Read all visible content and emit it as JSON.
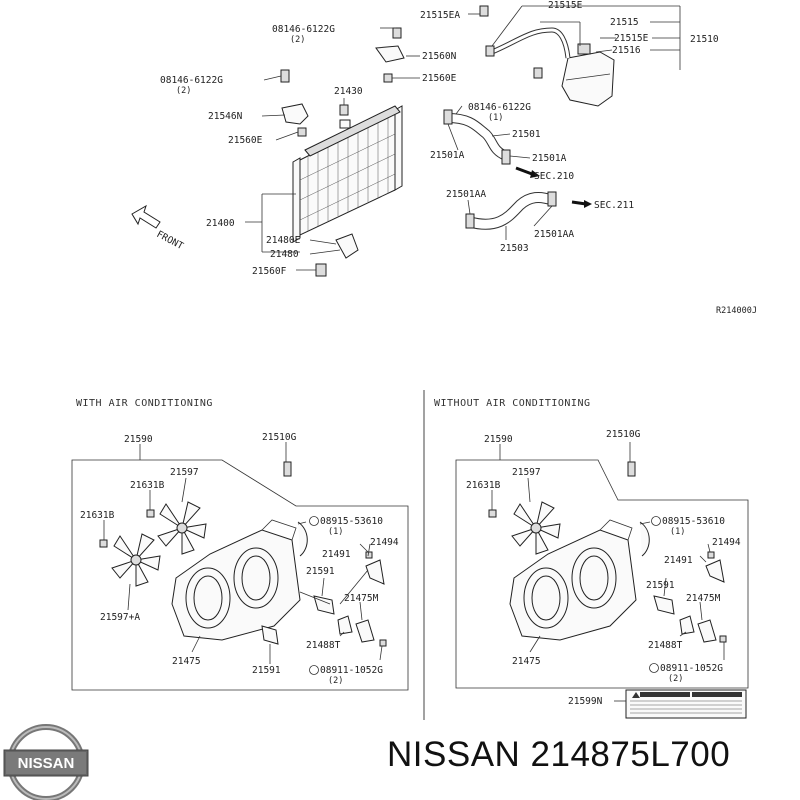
{
  "top_diagram": {
    "ref_code": "R214000J",
    "front_label": "FRONT",
    "labels": {
      "bolt_a": "08146-6122G",
      "bolt_a_qty": "(2)",
      "bolt_b": "08146-6122G",
      "bolt_b_qty": "(2)",
      "bolt_c": "08146-6122G",
      "bolt_c_qty": "(1)",
      "p21515EA": "21515EA",
      "p21515E_top": "21515E",
      "p21515": "21515",
      "p21515E": "21515E",
      "p21510": "21510",
      "p21516": "21516",
      "p21560N": "21560N",
      "p21560E_a": "21560E",
      "p21430": "21430",
      "p21546N": "21546N",
      "p21560E_b": "21560E",
      "p21501": "21501",
      "p21501A_a": "21501A",
      "p21501A_b": "21501A",
      "sec210": "SEC.210",
      "p21501AA_a": "21501AA",
      "sec211": "SEC.211",
      "p21501AA_b": "21501AA",
      "p21503": "21503",
      "p21400": "21400",
      "p21480E": "21480E",
      "p21480": "21480",
      "p21560F": "21560F"
    }
  },
  "left_panel": {
    "header": "WITH AIR CONDITIONING",
    "labels": {
      "p21590": "21590",
      "p21510G": "21510G",
      "p21597": "21597",
      "p21631B_a": "21631B",
      "p21631B_b": "21631B",
      "nut": "08915-53610",
      "nut_qty": "(1)",
      "p21491": "21491",
      "p21494": "21494",
      "p21591_a": "21591",
      "p21597A": "21597+A",
      "p21475M": "21475M",
      "p21488T": "21488T",
      "p21475": "21475",
      "p21591_b": "21591",
      "bolt": "08911-1052G",
      "bolt_qty": "(2)"
    }
  },
  "right_panel": {
    "header": "WITHOUT AIR CONDITIONING",
    "labels": {
      "p21590": "21590",
      "p21510G": "21510G",
      "p21597": "21597",
      "p21631B": "21631B",
      "nut": "08915-53610",
      "nut_qty": "(1)",
      "p21494": "21494",
      "p21491": "21491",
      "p21591": "21591",
      "p21475M": "21475M",
      "p21488T": "21488T",
      "p21475": "21475",
      "bolt": "08911-1052G",
      "bolt_qty": "(2)",
      "p21599N": "21599N"
    }
  },
  "brand": {
    "logo_text": "NISSAN",
    "title": "NISSAN 214875L700"
  },
  "colors": {
    "ink": "#222222",
    "background": "#ffffff",
    "logo_chrome": "#8a8a8a"
  }
}
